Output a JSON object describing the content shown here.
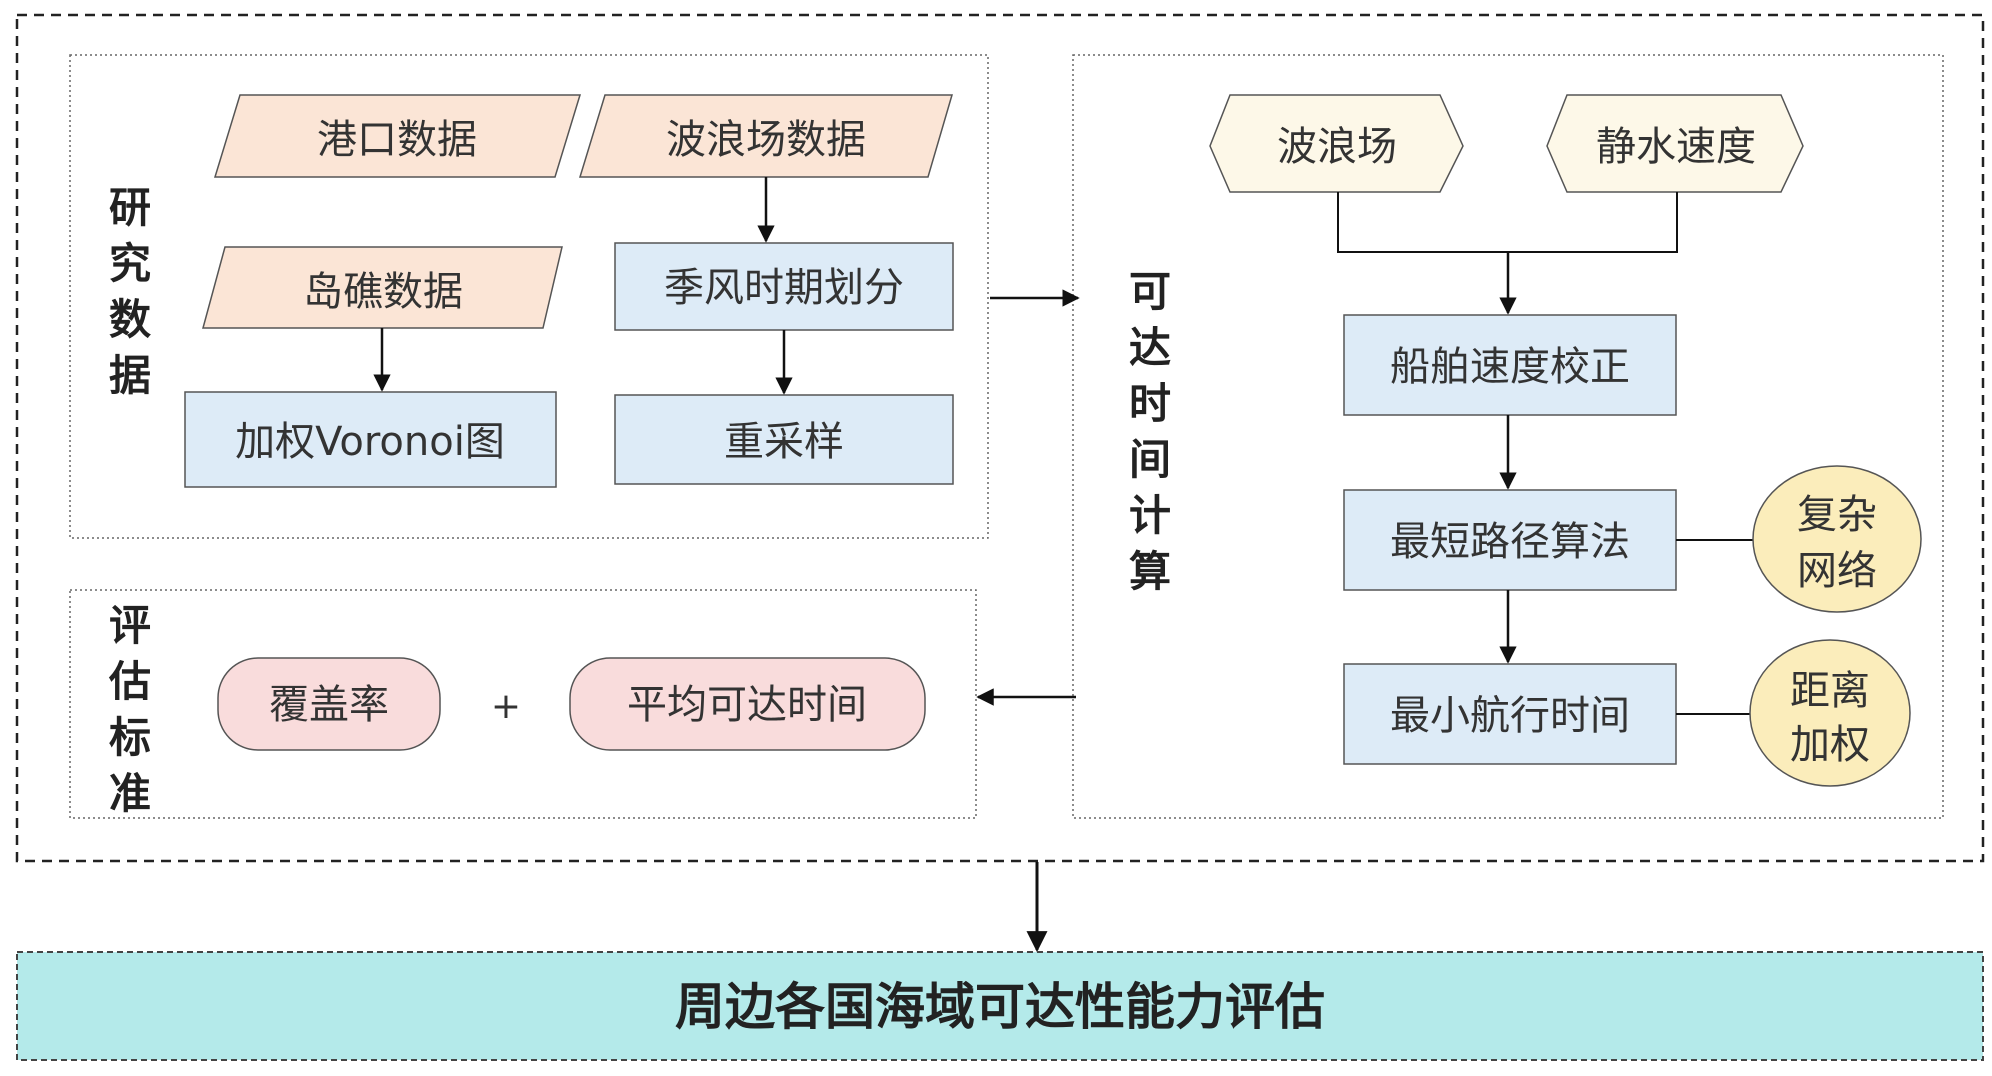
{
  "sections": {
    "research_data": [
      "研",
      "究",
      "数",
      "据"
    ],
    "reach_time_calc": [
      "可",
      "达",
      "时",
      "间",
      "计",
      "算"
    ],
    "eval_criteria": [
      "评",
      "估",
      "标",
      "准"
    ]
  },
  "research": {
    "port_data": "港口数据",
    "wave_field_data": "波浪场数据",
    "reef_data": "岛礁数据",
    "monsoon_division": "季风时期划分",
    "weighted_voronoi": "加权Voronoi图",
    "resampling": "重采样"
  },
  "calc": {
    "wave_field": "波浪场",
    "still_water_speed": "静水速度",
    "ship_speed_correction": "船舶速度校正",
    "shortest_path": "最短路径算法",
    "min_sailing_time": "最小航行时间",
    "complex_network": [
      "复杂",
      "网络"
    ],
    "distance_weight": [
      "距离",
      "加权"
    ]
  },
  "evaluation": {
    "coverage": "覆盖率",
    "plus": "+",
    "avg_reach_time": "平均可达时间"
  },
  "result": "周边各国海域可达性能力评估",
  "colors": {
    "input_fill": "#fbe5d6",
    "process_fill": "#ddebf7",
    "prep_fill": "#fdf8e8",
    "circle_fill": "#fbedbb",
    "eval_fill": "#f9dcdc",
    "result_fill": "#b4eaea"
  }
}
